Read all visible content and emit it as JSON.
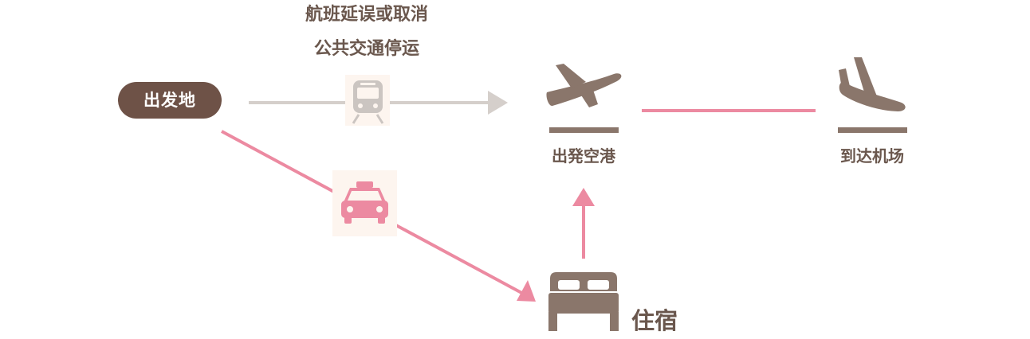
{
  "origin": {
    "label": "出发地"
  },
  "notice": {
    "line1": "航班延误或取消",
    "line2": "公共交通停运"
  },
  "nodes": {
    "departure_airport": "出発空港",
    "arrival_airport": "到达机场",
    "lodging": "住宿"
  },
  "icons": {
    "train": "train-icon",
    "taxi": "taxi-icon",
    "takeoff": "airplane-takeoff-icon",
    "landing": "airplane-landing-icon",
    "bed": "bed-icon"
  },
  "colors": {
    "brown": "#6e5247",
    "icon_brown": "#8a766b",
    "pink": "#ec8aa1",
    "grey": "#d5cfcb",
    "icon_bg": "#fdf5ef",
    "train_grey": "#cbc5c1",
    "text_brown": "#6a574d"
  }
}
